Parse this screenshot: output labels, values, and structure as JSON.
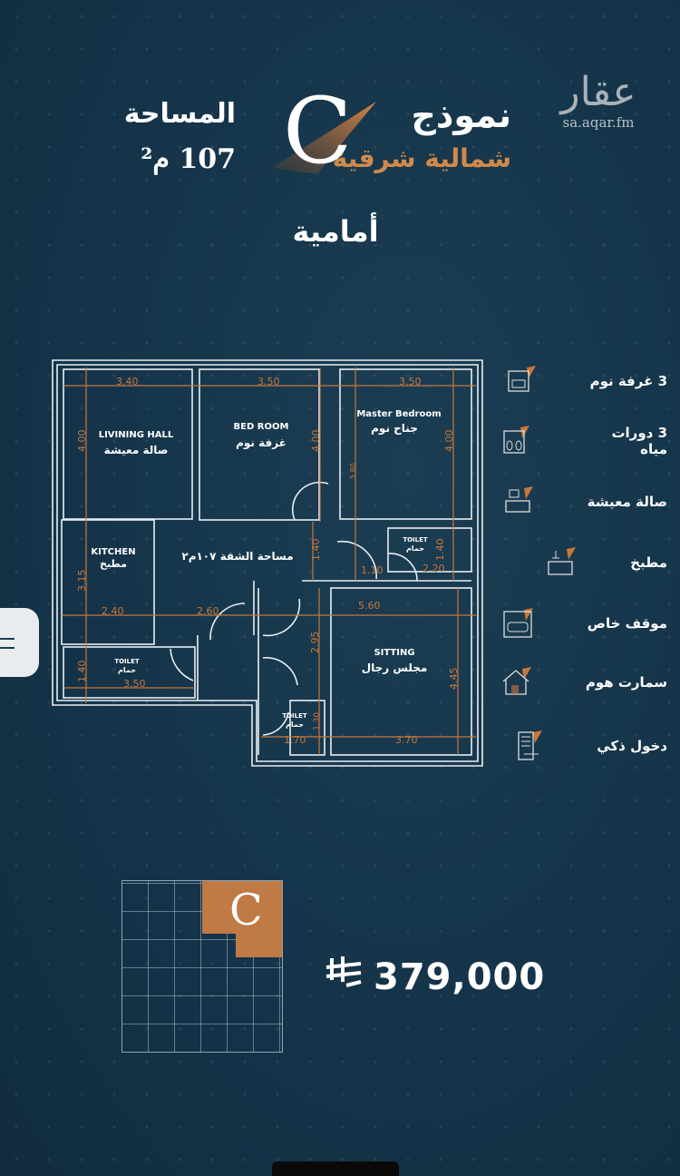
{
  "watermark": {
    "logo_text": "عقار",
    "url": "sa.aqar.fm"
  },
  "header": {
    "model_label": "نموذج",
    "model_letter": "C",
    "orientation": "شمالية شرقية",
    "area_label": "المساحة",
    "area_value": "107 م²",
    "position": "أمامية"
  },
  "floorplan": {
    "rooms": {
      "living_en": "LIVINING HALL",
      "living_ar": "صالة معيشة",
      "bed_en": "BED ROOM",
      "bed_ar": "غرفة نوم",
      "master_en": "Master Bedroom",
      "master_ar": "جناح نوم",
      "kitchen_en": "KITCHEN",
      "kitchen_ar": "مطبخ",
      "toilet_en": "TOILET",
      "toilet_ar": "حمام",
      "sitting_en": "SITTING",
      "sitting_ar": "مجلس رجال",
      "apartment_area": "مساحة الشقة ١٠٧م٢"
    },
    "dimensions": {
      "d1": "3.40",
      "d2": "3.50",
      "d3": "3.50",
      "d4": "4.00",
      "d5": "4.00",
      "d6": "4.00",
      "d7": "5.80",
      "d8": "1.40",
      "d9": "1.10",
      "d10": "1.40",
      "d11": "2.20",
      "d12": "3.15",
      "d13": "2.40",
      "d14": "2.60",
      "d15": "5.60",
      "d16": "2.95",
      "d17": "4.45",
      "d18": "1.40",
      "d19": "3.50",
      "d20": "1.70",
      "d21": "1.30",
      "d22": "3.70"
    }
  },
  "features": [
    {
      "label": "3 غرفة نوم",
      "icon": "bedroom-icon"
    },
    {
      "label": "3 دورات مياه",
      "icon": "bathroom-icon"
    },
    {
      "label": "صالة معيشة",
      "icon": "living-room-icon"
    },
    {
      "label": "مطبخ",
      "icon": "kitchen-icon"
    },
    {
      "label": "موقف خاص",
      "icon": "parking-icon"
    },
    {
      "label": "سمارت هوم",
      "icon": "smart-home-icon"
    },
    {
      "label": "دخول ذكي",
      "icon": "smart-lock-icon"
    }
  ],
  "keyplan": {
    "unit_letter": "C"
  },
  "price": {
    "currency_symbol": "⃁",
    "value": "379,000"
  },
  "colors": {
    "background": "#15344a",
    "accent": "#c8773a",
    "line": "#e8eef2"
  }
}
